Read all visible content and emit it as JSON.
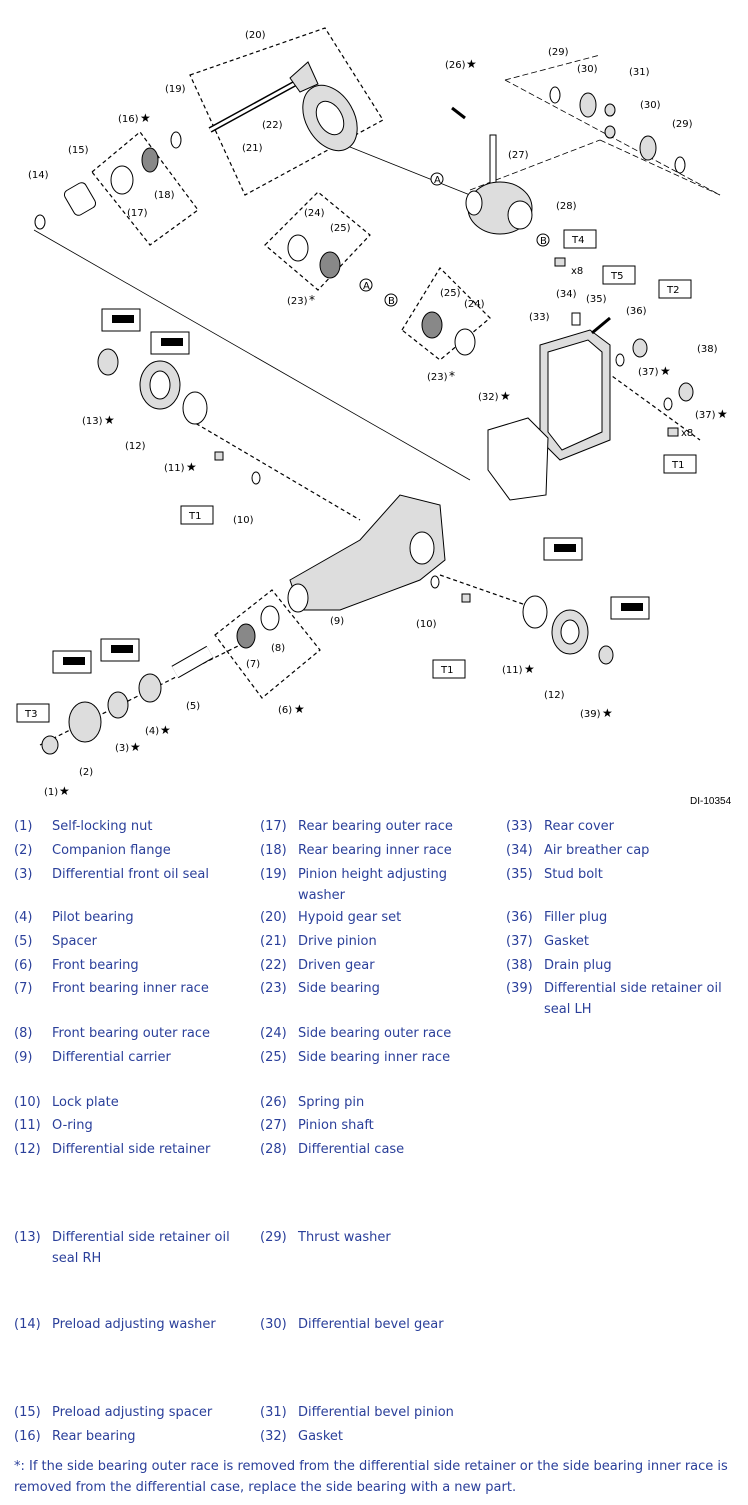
{
  "callouts": {
    "c1": "(1)",
    "c2": "(2)",
    "c3": "(3)",
    "c4": "(4)",
    "c5": "(5)",
    "c6": "(6)",
    "c7": "(7)",
    "c8": "(8)",
    "c9": "(9)",
    "c10a": "(10)",
    "c10b": "(10)",
    "c11a": "(11)",
    "c11b": "(11)",
    "c12a": "(12)",
    "c12b": "(12)",
    "c13": "(13)",
    "c14": "(14)",
    "c15": "(15)",
    "c16": "(16)",
    "c17": "(17)",
    "c18": "(18)",
    "c19": "(19)",
    "c20": "(20)",
    "c21": "(21)",
    "c22": "(22)",
    "c23a": "(23)",
    "c23b": "(23)",
    "c24a": "(24)",
    "c24b": "(24)",
    "c25a": "(25)",
    "c25b": "(25)",
    "c26": "(26)",
    "c27": "(27)",
    "c28": "(28)",
    "c29a": "(29)",
    "c29b": "(29)",
    "c30a": "(30)",
    "c30b": "(30)",
    "c31": "(31)",
    "c32": "(32)",
    "c33": "(33)",
    "c34": "(34)",
    "c35": "(35)",
    "c36": "(36)",
    "c37a": "(37)",
    "c37b": "(37)",
    "c38": "(38)",
    "c39": "(39)",
    "star": "★",
    "asterisk": "*",
    "refA": "A",
    "refB": "B",
    "x8": "x8"
  },
  "torque": {
    "t1": "T1",
    "t2": "T2",
    "t3": "T3",
    "t4": "T4",
    "t5": "T5"
  },
  "figure_code": "DI-10354",
  "legend": [
    [
      {
        "n": "(1)",
        "t": "Self-locking nut"
      },
      {
        "n": "(17)",
        "t": "Rear bearing outer race"
      },
      {
        "n": "(33)",
        "t": "Rear cover"
      }
    ],
    [
      {
        "n": "(2)",
        "t": "Companion flange"
      },
      {
        "n": "(18)",
        "t": "Rear bearing inner race"
      },
      {
        "n": "(34)",
        "t": "Air breather cap"
      }
    ],
    [
      {
        "n": "(3)",
        "t": "Differential front oil seal"
      },
      {
        "n": "(19)",
        "t": "Pinion height adjusting washer"
      },
      {
        "n": "(35)",
        "t": "Stud bolt"
      }
    ],
    [
      {
        "n": "(4)",
        "t": "Pilot bearing"
      },
      {
        "n": "(20)",
        "t": "Hypoid gear set"
      },
      {
        "n": "(36)",
        "t": "Filler plug"
      }
    ],
    [
      {
        "n": "(5)",
        "t": "Spacer"
      },
      {
        "n": "(21)",
        "t": "Drive pinion"
      },
      {
        "n": "(37)",
        "t": "Gasket"
      }
    ],
    [
      {
        "n": "(6)",
        "t": "Front bearing"
      },
      {
        "n": "(22)",
        "t": "Driven gear"
      },
      {
        "n": "(38)",
        "t": "Drain plug"
      }
    ],
    [
      {
        "n": "(7)",
        "t": "Front bearing inner race"
      },
      {
        "n": "(23)",
        "t": "Side bearing"
      },
      {
        "n": "(39)",
        "t": "Differential side retainer oil seal LH"
      }
    ],
    [
      {
        "n": "(8)",
        "t": "Front bearing outer race"
      },
      {
        "n": "(24)",
        "t": "Side bearing outer race"
      },
      {
        "n": "",
        "t": ""
      }
    ],
    [
      {
        "n": "(9)",
        "t": "Differential carrier"
      },
      {
        "n": "(25)",
        "t": "Side bearing inner race"
      },
      {
        "n": "",
        "t": ""
      }
    ],
    [
      {
        "n": "(10)",
        "t": "Lock plate"
      },
      {
        "n": "(26)",
        "t": "Spring pin"
      },
      {
        "n": "",
        "t": ""
      }
    ],
    [
      {
        "n": "(11)",
        "t": "O-ring"
      },
      {
        "n": "(27)",
        "t": "Pinion shaft"
      },
      {
        "n": "",
        "t": ""
      }
    ],
    [
      {
        "n": "(12)",
        "t": "Differential side retainer"
      },
      {
        "n": "(28)",
        "t": "Differential case"
      },
      {
        "n": "",
        "t": ""
      }
    ],
    [
      {
        "n": "(13)",
        "t": "Differential side retainer oil seal RH"
      },
      {
        "n": "(29)",
        "t": "Thrust washer"
      },
      {
        "n": "",
        "t": ""
      }
    ],
    [
      {
        "n": "(14)",
        "t": "Preload adjusting washer"
      },
      {
        "n": "(30)",
        "t": "Differential bevel gear"
      },
      {
        "n": "",
        "t": ""
      }
    ],
    [
      {
        "n": "(15)",
        "t": "Preload adjusting spacer"
      },
      {
        "n": "(31)",
        "t": "Differential bevel pinion"
      },
      {
        "n": "",
        "t": ""
      }
    ],
    [
      {
        "n": "(16)",
        "t": "Rear bearing"
      },
      {
        "n": "(32)",
        "t": "Gasket"
      },
      {
        "n": "",
        "t": ""
      }
    ]
  ],
  "footnote": "*: If the side bearing outer race is removed from the differential side retainer or the side bearing inner race is removed from the differential case, replace the side bearing with a new part."
}
